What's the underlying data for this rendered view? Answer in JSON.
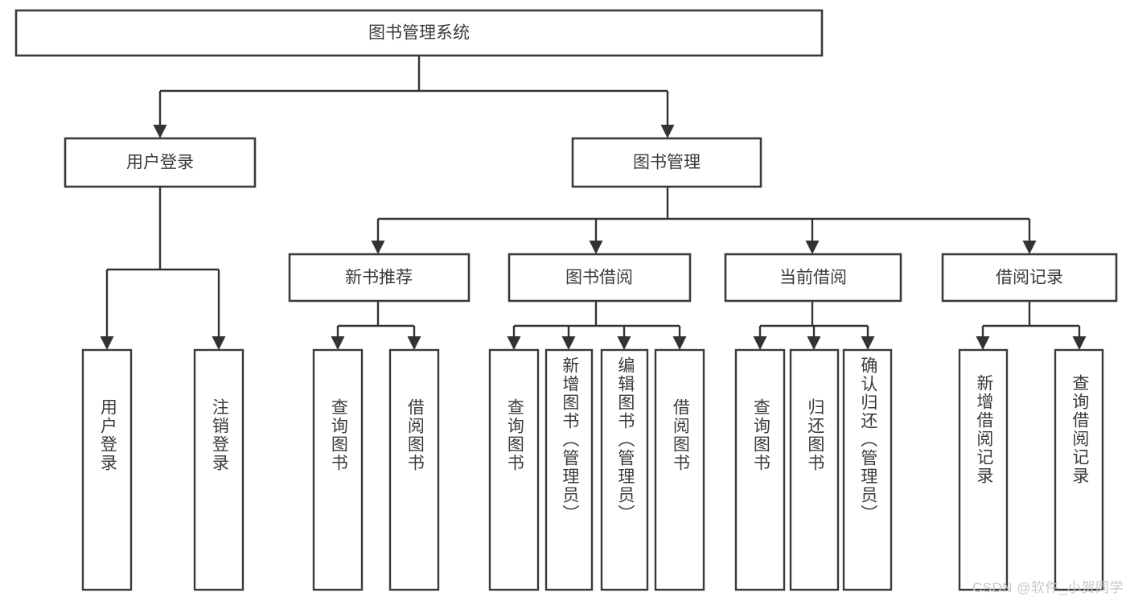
{
  "diagram": {
    "title": "图书管理系统",
    "type": "tree",
    "watermark": "CSDN @软件_小贺同学",
    "colors": {
      "box_stroke": "#3a3a3a",
      "connector": "#333333",
      "text": "#3b3b3b",
      "background": "#ffffff",
      "watermark": "#c8c8c8"
    },
    "root": {
      "id": "root",
      "label": "图书管理系统"
    },
    "level2": [
      {
        "id": "user-login",
        "label": "用户登录"
      },
      {
        "id": "book-manage",
        "label": "图书管理"
      }
    ],
    "level3": [
      {
        "id": "new-book-recommend",
        "label": "新书推荐",
        "parent": "book-manage"
      },
      {
        "id": "book-borrow",
        "label": "图书借阅",
        "parent": "book-manage"
      },
      {
        "id": "current-borrow",
        "label": "当前借阅",
        "parent": "book-manage"
      },
      {
        "id": "borrow-record",
        "label": "借阅记录",
        "parent": "book-manage"
      }
    ],
    "leaves": [
      {
        "id": "leaf-user-login",
        "label": "用户登录",
        "parent": "user-login"
      },
      {
        "id": "leaf-user-logout",
        "label": "注销登录",
        "parent": "user-login"
      },
      {
        "id": "leaf-query-book-1",
        "label": "查询图书",
        "parent": "new-book-recommend"
      },
      {
        "id": "leaf-borrow-book-1",
        "label": "借阅图书",
        "parent": "new-book-recommend"
      },
      {
        "id": "leaf-query-book-2",
        "label": "查询图书",
        "parent": "book-borrow"
      },
      {
        "id": "leaf-add-book",
        "label": "新增图书（管理员）",
        "parent": "book-borrow"
      },
      {
        "id": "leaf-edit-book",
        "label": "编辑图书（管理员）",
        "parent": "book-borrow"
      },
      {
        "id": "leaf-borrow-book-2",
        "label": "借阅图书",
        "parent": "book-borrow"
      },
      {
        "id": "leaf-query-book-3",
        "label": "查询图书",
        "parent": "current-borrow"
      },
      {
        "id": "leaf-return-book",
        "label": "归还图书",
        "parent": "current-borrow"
      },
      {
        "id": "leaf-confirm-return",
        "label": "确认归还（管理员）",
        "parent": "current-borrow"
      },
      {
        "id": "leaf-add-record",
        "label": "新增借阅记录",
        "parent": "borrow-record"
      },
      {
        "id": "leaf-query-record",
        "label": "查询借阅记录",
        "parent": "borrow-record"
      }
    ]
  }
}
